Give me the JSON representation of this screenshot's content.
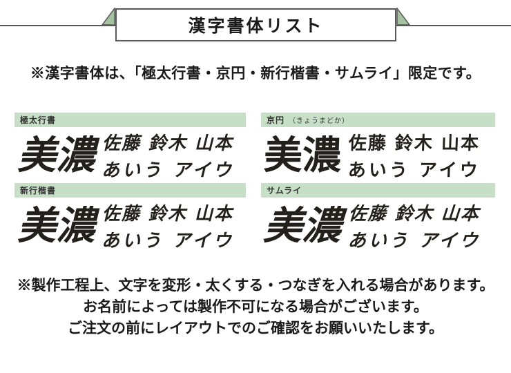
{
  "title": "漢字書体リスト",
  "subtitle": "※漢字書体は、「極太行書・京円・新行楷書・サムライ」限定です。",
  "fonts": [
    {
      "label": "極太行書",
      "reading": "",
      "sample_large": "美濃",
      "sample_names": "佐藤 鈴木 山本",
      "sample_kana": "あいう アイウ"
    },
    {
      "label": "京円",
      "reading": "（きょうまどか）",
      "sample_large": "美濃",
      "sample_names": "佐藤 鈴木 山本",
      "sample_kana": "あいう アイウ"
    },
    {
      "label": "新行楷書",
      "reading": "",
      "sample_large": "美濃",
      "sample_names": "佐藤 鈴木 山本",
      "sample_kana": "あいう アイウ"
    },
    {
      "label": "サムライ",
      "reading": "",
      "sample_large": "美濃",
      "sample_names": "佐藤 鈴木 山本",
      "sample_kana": "あいう アイウ"
    }
  ],
  "notes": [
    "※製作工程上、文字を変形・太くする・つなぎを入れる場合があります。",
    "お名前によっては製作不可になる場合がございます。",
    "ご注文の前にレイアウトでのご確認をお願いいたします。"
  ],
  "colors": {
    "label_bar_green": "#c6dfc6",
    "ribbon_fold_green": "#a7c2a1",
    "border_gray": "#58595b",
    "text_black": "#1a1a1a"
  }
}
